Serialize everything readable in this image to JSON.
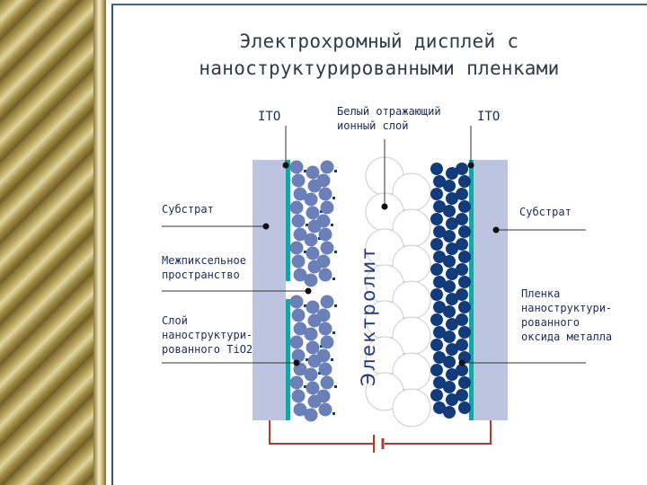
{
  "title_line1": "Электрохромный дисплей с",
  "title_line2": "наноструктурированными пленками",
  "labels": {
    "ito_left": "ITO",
    "ito_right": "ITO",
    "white_layer_line1": "Белый отражающий",
    "white_layer_line2": "ионный слой",
    "substrate_left": "Субстрат",
    "substrate_right": "Субстрат",
    "interpixel_line1": "Межпиксельное",
    "interpixel_line2": "пространство",
    "tio2_line1": "Слой",
    "tio2_line2": "наноструктури-",
    "tio2_line3": "рованного TiO2",
    "film_line1": "Пленка",
    "film_line2": "наноструктури-",
    "film_line3": "рованного",
    "film_line4": "оксида металла",
    "electrolyte": "Электролит"
  },
  "colors": {
    "substrate": "#bcc4e0",
    "ito_layer": "#1aa3a6",
    "tio2_particle": "#6b7fb8",
    "oxide_particle": "#123b7c",
    "white_particle": "#ffffff",
    "circuit": "#b23a2a",
    "text": "#1c2a5a"
  }
}
